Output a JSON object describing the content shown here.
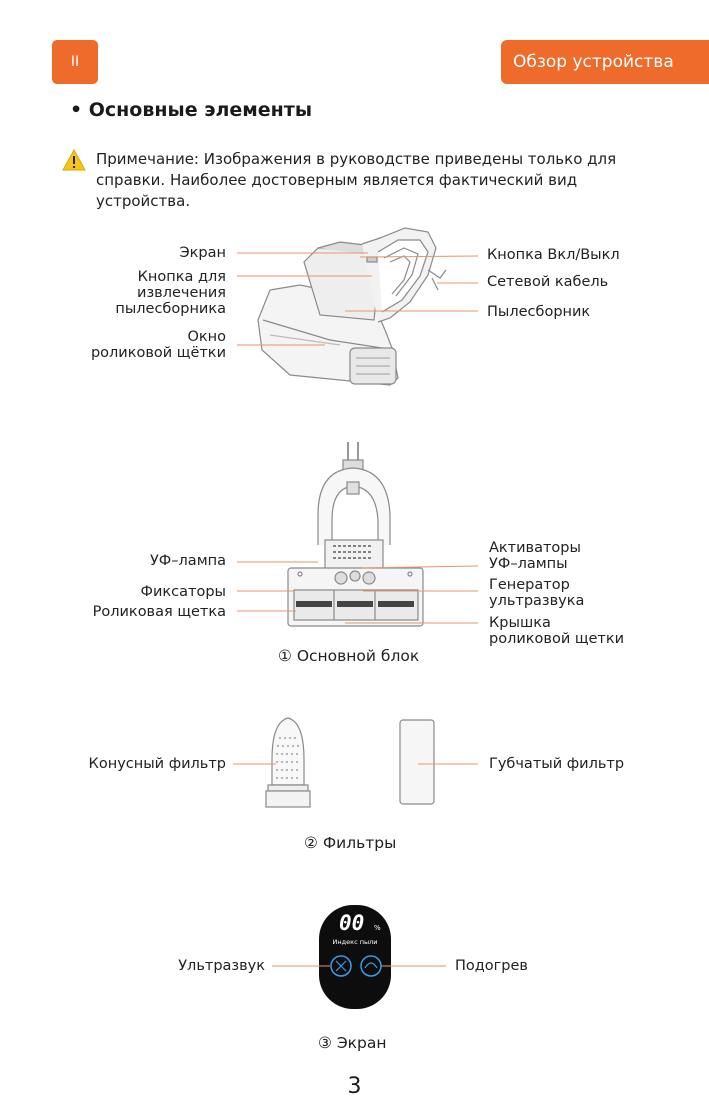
{
  "header": {
    "chapter": "II",
    "section": "Обзор устройства"
  },
  "heading": "Основные элементы",
  "note": "Примечание: Изображения в руководстве приведены только для справки. Наиболее достоверным является фактический вид устройства.",
  "fig1": {
    "screen": "Экран",
    "dust_release_1": "Кнопка для",
    "dust_release_2": "извлечения",
    "dust_release_3": "пылесборника",
    "brush_window_1": "Окно",
    "brush_window_2": "роликовой щётки",
    "power_button": "Кнопка Вкл/Выкл",
    "power_cable": "Сетевой кабель",
    "dust_container": "Пылесборник"
  },
  "fig2": {
    "uv_lamp": "УФ–лампа",
    "latches": "Фиксаторы",
    "roller_brush": "Роликовая щетка",
    "uv_activators_1": "Активаторы",
    "uv_activators_2": "УФ–лампы",
    "ultrasound_gen_1": "Генератор",
    "ultrasound_gen_2": "ультразвука",
    "brush_cover_1": "Крышка",
    "brush_cover_2": "роликовой щетки",
    "caption": "① Основной блок"
  },
  "fig3": {
    "cone_filter": "Конусный фильтр",
    "sponge_filter": "Губчатый фильтр",
    "caption": "② Фильтры"
  },
  "fig4": {
    "display_value": "00",
    "display_unit": "%",
    "display_label": "Индекс пыли",
    "ultrasound": "Ультразвук",
    "heating": "Подогрев",
    "caption": "③ Экран"
  },
  "page_number": "3",
  "colors": {
    "accent": "#ee6b2b",
    "leader": "#e8956b",
    "display_bg": "#0d0d0d",
    "display_icon": "#3a9de8"
  }
}
